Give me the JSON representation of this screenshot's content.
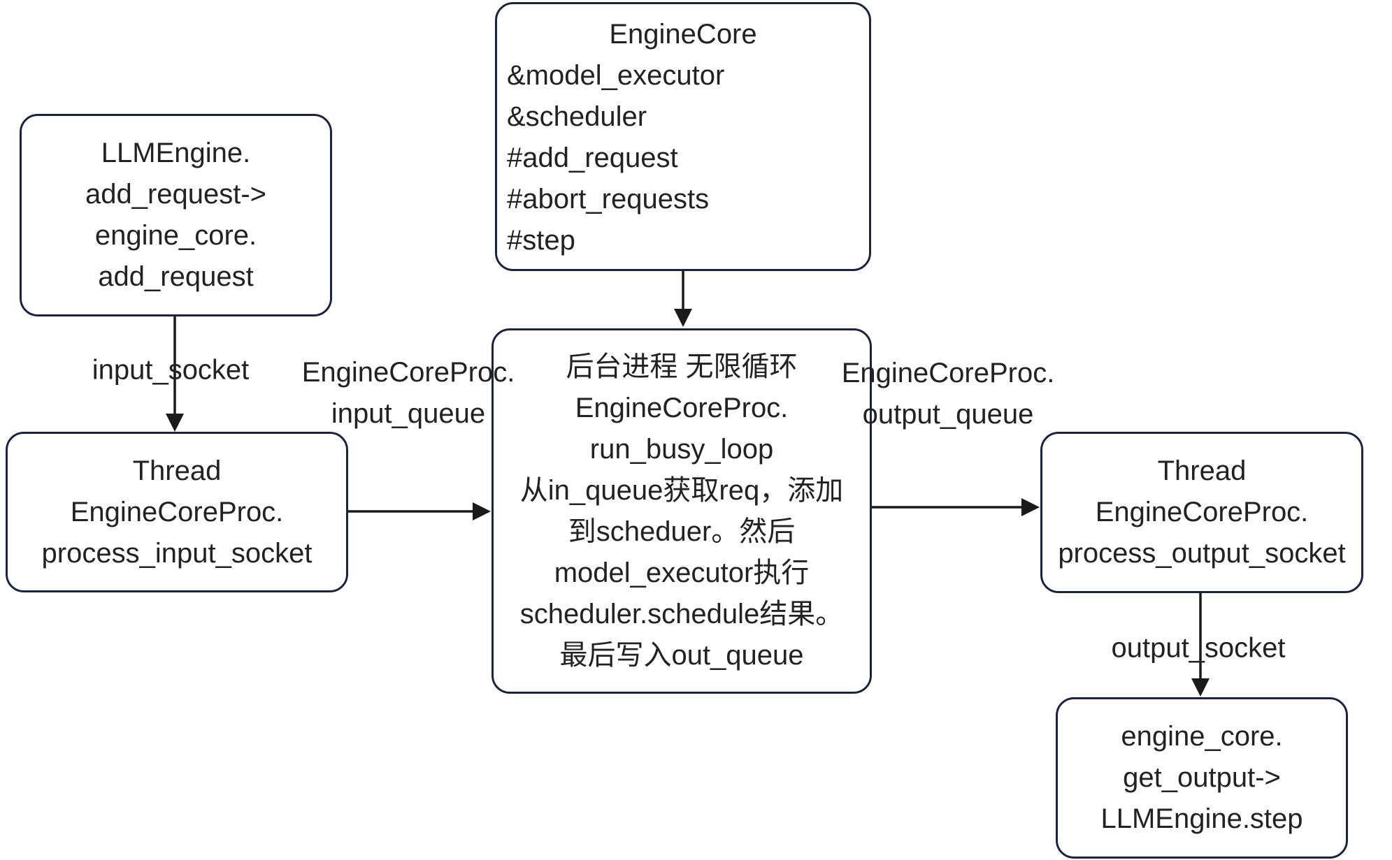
{
  "diagram": {
    "nodes": {
      "engine_core": {
        "lines": [
          "EngineCore",
          "&model_executor",
          "&scheduler",
          "#add_request",
          "#abort_requests",
          "#step"
        ]
      },
      "llm_engine": {
        "lines": [
          "LLMEngine.",
          "add_request->",
          "engine_core.",
          "add_request"
        ]
      },
      "thread_input": {
        "lines": [
          "Thread",
          "EngineCoreProc.",
          "process_input_socket"
        ]
      },
      "busy_loop": {
        "lines": [
          "后台进程 无限循环",
          "EngineCoreProc.",
          "run_busy_loop",
          "从in_queue获取req，添加",
          "到scheduer。然后",
          "model_executor执行",
          "scheduler.schedule结果。",
          "最后写入out_queue"
        ]
      },
      "thread_output": {
        "lines": [
          "Thread",
          "EngineCoreProc.",
          "process_output_socket"
        ]
      },
      "get_output": {
        "lines": [
          "engine_core.",
          "get_output->",
          "LLMEngine.step"
        ]
      }
    },
    "edge_labels": {
      "input_socket": "input_socket",
      "input_queue_line1": "EngineCoreProc.",
      "input_queue_line2": "input_queue",
      "output_queue_line1": "EngineCoreProc.",
      "output_queue_line2": "output_queue",
      "output_socket": "output_socket"
    },
    "colors": {
      "node_border": "#1c2340",
      "arrow": "#1a1a1a",
      "text": "#222222",
      "background": "#ffffff"
    }
  }
}
